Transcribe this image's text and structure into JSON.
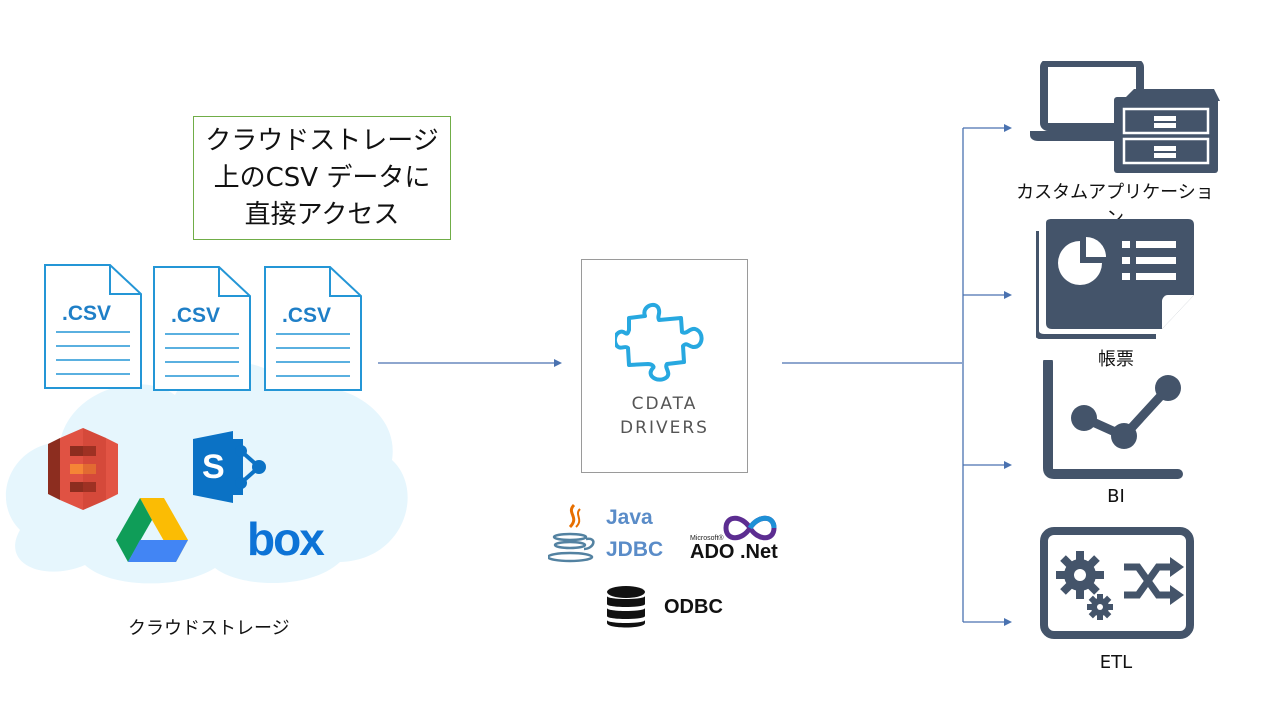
{
  "callout": {
    "line1": "クラウドストレージ",
    "line2": "上のCSV データに",
    "line3": "直接アクセス"
  },
  "csv_files": [
    {
      "label": ".CSV"
    },
    {
      "label": ".CSV"
    },
    {
      "label": ".CSV"
    }
  ],
  "cloud": {
    "label": "クラウドストレージ",
    "services": [
      "amazon-s3-icon",
      "sharepoint-icon",
      "google-drive-icon",
      "box-logo"
    ],
    "box_text": "box"
  },
  "cdata": {
    "line1": "CDATA",
    "line2": "DRIVERS"
  },
  "technologies": {
    "java": "Java",
    "jdbc": "JDBC",
    "ms_small": "Microsoft®",
    "ado": "ADO .Net",
    "odbc": "ODBC"
  },
  "targets": [
    {
      "label": "カスタムアプリケーション",
      "icon": "laptop-server-icon"
    },
    {
      "label": "帳票",
      "icon": "report-icon"
    },
    {
      "label": "BI",
      "icon": "line-chart-icon"
    },
    {
      "label": "ETL",
      "icon": "etl-gears-shuffle-icon"
    }
  ],
  "colors": {
    "accent_blue": "#1f7fc7",
    "arrow": "#4a72b0",
    "icon_dark": "#44546a",
    "callout_border": "#70ad47",
    "cloud_fill": "#e6f6fd"
  }
}
